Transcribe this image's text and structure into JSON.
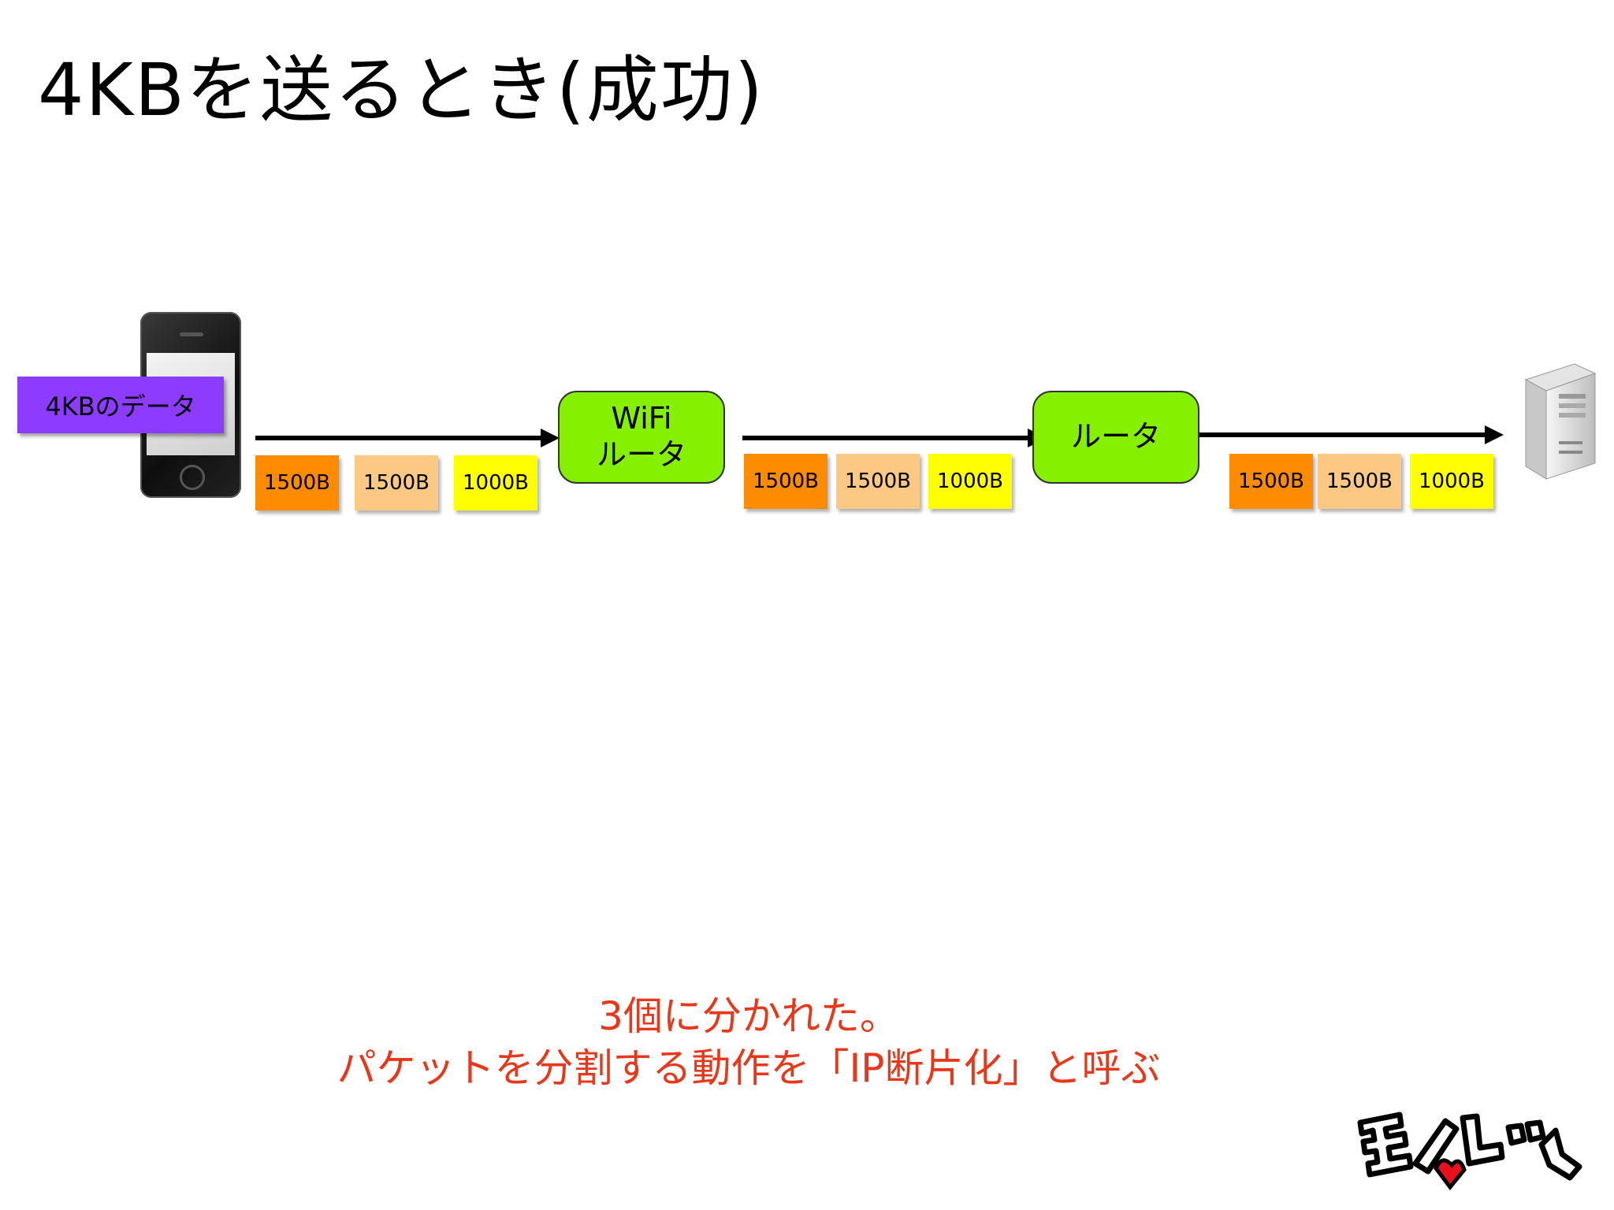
{
  "title": "4KBを送るとき(成功)",
  "source_label": "4KBのデータ",
  "routers": [
    {
      "line1": "WiFi",
      "line2": "ルータ"
    },
    {
      "line1": "",
      "line2": "ルータ"
    }
  ],
  "segments": [
    {
      "packets": [
        {
          "label": "1500B",
          "color": "#ff8c00"
        },
        {
          "label": "1500B",
          "color": "#fbc983"
        },
        {
          "label": "1000B",
          "color": "#ffff00"
        }
      ]
    },
    {
      "packets": [
        {
          "label": "1500B",
          "color": "#ff8c00"
        },
        {
          "label": "1500B",
          "color": "#fbc983"
        },
        {
          "label": "1000B",
          "color": "#ffff00"
        }
      ]
    },
    {
      "packets": [
        {
          "label": "1500B",
          "color": "#ff8c00"
        },
        {
          "label": "1500B",
          "color": "#fbc983"
        },
        {
          "label": "1000B",
          "color": "#ffff00"
        }
      ]
    }
  ],
  "caption": {
    "line1": "3個に分かれた。",
    "line2": "パケットを分割する動作を「IP断片化」と呼ぶ"
  },
  "logo_text": "モノビット",
  "colors": {
    "source_label": "#8c3bff",
    "router": "#85f000",
    "caption": "#e8381c"
  }
}
